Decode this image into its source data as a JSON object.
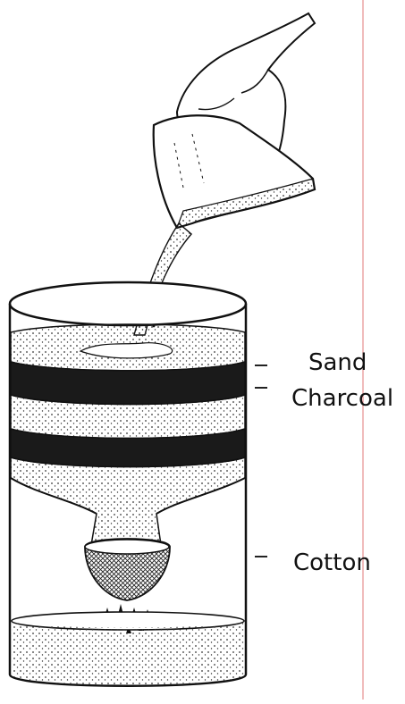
{
  "labels": {
    "sand": "Sand",
    "charcoal": "Charcoal",
    "cotton": "Cotton"
  },
  "colors": {
    "ink": "#111111",
    "margin_line": "#e07a7a",
    "sand_fill": "#f3f0e8",
    "charcoal_fill": "#1a1a1a"
  }
}
